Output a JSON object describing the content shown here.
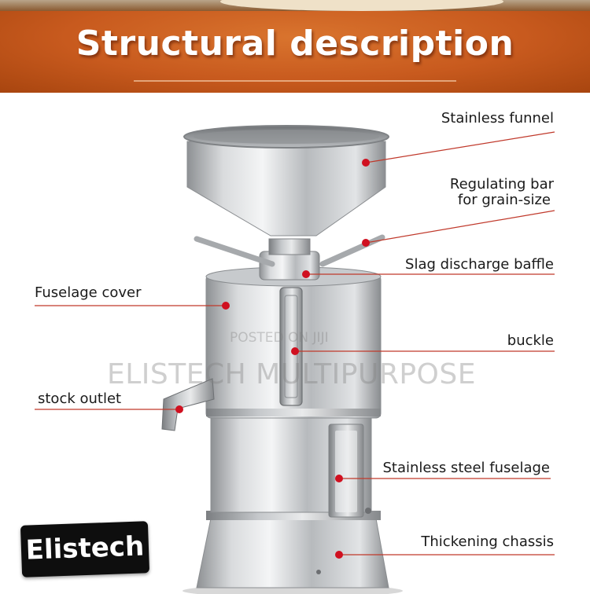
{
  "banner": {
    "title": "Structural description"
  },
  "labels": {
    "stainless_funnel": "Stainless funnel",
    "regulating_bar_line1": "Regulating bar",
    "regulating_bar_line2": "for grain-size",
    "slag_discharge_baffle": "Slag discharge baffle",
    "fuselage_cover": "Fuselage cover",
    "buckle": "buckle",
    "stock_outlet": "stock outlet",
    "stainless_steel_fuselage": "Stainless steel fuselage",
    "thickening_chassis": "Thickening chassis"
  },
  "watermarks": {
    "poster": "POSTED ON JIJI",
    "brand_line": "ELISTECH MULTIPURPOSE"
  },
  "logo": {
    "text": "Elistech"
  },
  "colors": {
    "banner": "#c85a1e",
    "leader_line": "#c0392b",
    "dot": "#d01020",
    "steel": "#b9bcbf"
  }
}
